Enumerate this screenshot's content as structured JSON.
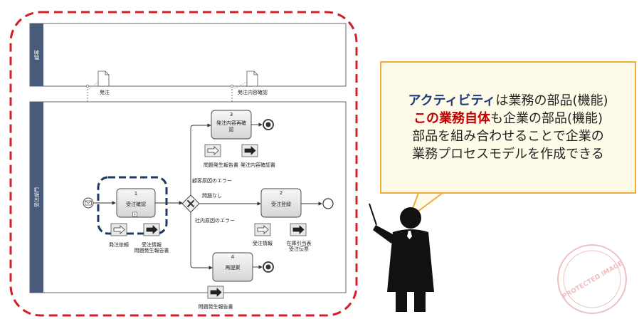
{
  "lanes": [
    {
      "label": "顧客"
    },
    {
      "label": "受注部門"
    }
  ],
  "documents": {
    "order": "発注",
    "order_confirmation": "発注内容確認"
  },
  "tasks": [
    {
      "number": "1",
      "name": "受注確認"
    },
    {
      "number": "3",
      "name_lines": [
        "発注内容再確",
        "認"
      ]
    },
    {
      "number": "2",
      "name": "受注登録"
    },
    {
      "number": "4",
      "name": "再提案"
    }
  ],
  "gateway_labels": {
    "customer_error": "顧客原因のエラー",
    "no_problem": "問題なし",
    "internal_error": "社内原因のエラー"
  },
  "data_labels": {
    "order_form": "発注依頼",
    "order_info_lines": [
      "受注情報",
      "問題発生報告書"
    ],
    "t3_left": "問題発生報告書",
    "t3_right": "発注内容確認書",
    "t2_left": "受注情報",
    "t2_right_lines": [
      "在庫引当表",
      "受注伝票"
    ],
    "t4_bottom": "問題発生報告書"
  },
  "callout": {
    "line1_em": "アクティビティ",
    "line1_rest": "は業務の部品(機能)",
    "line2_em": "この業務自体",
    "line2_rest": "も企業の部品(機能)",
    "line3": "部品を組み合わせることで企業の",
    "line4": "業務プロセスモデルを作成できる"
  },
  "colors": {
    "outer_dash": "#d0202a",
    "selection_dash": "#1f3864",
    "lane_header": "#4a5a7a",
    "task_fill_top": "#f4f4f4",
    "task_fill_bottom": "#d8d8d8",
    "callout_border": "#f2a93a",
    "emphasis_blue": "#1f3d7a",
    "emphasis_red": "#c00000"
  },
  "watermark": "PROTECTED IMAGE"
}
